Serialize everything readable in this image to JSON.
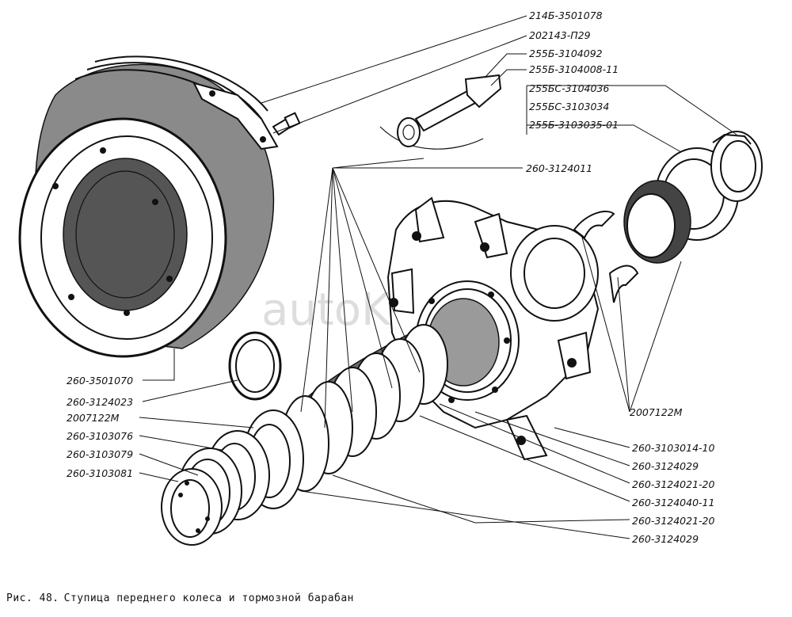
{
  "watermark": "autoKATAlog.ru",
  "watermark_logo": "@",
  "caption": {
    "figure_no": "Рис. 48.",
    "title": "Ступица переднего колеса и тормозной барабан"
  },
  "labels": {
    "p01": "214Б-3501078",
    "p02": "202143-П29",
    "p03": "255Б-3104092",
    "p04": "255Б-3104008-11",
    "p05": "255БС-3104036",
    "p06": "255БС-3103034",
    "p07": "255Б-3103035-01",
    "p08": "260-3124011",
    "p09": "260-3501070",
    "p10": "260-3124023",
    "p11": "2007122М",
    "p12": "260-3103076",
    "p13": "260-3103079",
    "p14": "260-3103081",
    "p15": "2007122М",
    "p16": "260-3103014-10",
    "p17": "260-3124029",
    "p18": "260-3124021-20",
    "p19": "260-3124040-11",
    "p20": "260-3124021-20",
    "p21": "260-3124029"
  }
}
